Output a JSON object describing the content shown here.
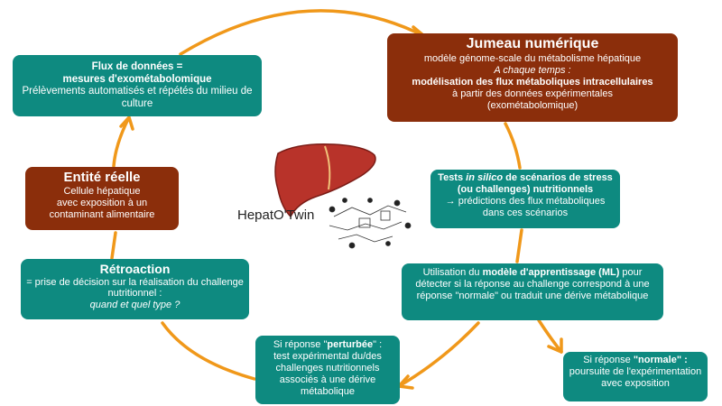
{
  "colors": {
    "teal": "#0e8a80",
    "brown": "#8b2e0b",
    "arrow": "#f0981a",
    "liver": "#b8332a"
  },
  "flux": {
    "title1": "Flux de données =",
    "title2": "mesures d'exométabolomique",
    "text": "Prélèvements automatisés et répétés du milieu de culture"
  },
  "jumeau": {
    "title": "Jumeau numérique",
    "line1": "modèle génome-scale du métabolisme hépatique",
    "line2": "A chaque temps :",
    "line3": "modélisation des flux métaboliques intracellulaires",
    "line4": "à partir des données expérimentales",
    "line5": "(exométabolomique)"
  },
  "entite": {
    "title": "Entité réelle",
    "line1": "Cellule hépatique",
    "line2": "avec exposition à un",
    "line3": "contaminant alimentaire"
  },
  "logo": {
    "text": "HepatO'Twin",
    "icon": "liver-icon"
  },
  "tests": {
    "bold1": "Tests ",
    "italic": "in silico",
    "bold2": " de scénarios de stress (ou challenges) nutritionnels",
    "line2": "→ prédictions des flux métaboliques dans ces scénarios"
  },
  "retro": {
    "title": "Rétroaction",
    "line1": "= prise de décision sur la réalisation du challenge nutritionnel :",
    "line2": "quand et quel type ?"
  },
  "ml": {
    "pre": "Utilisation du ",
    "bold": "modèle d'apprentissage (ML)",
    "post": " pour détecter si la réponse au challenge correspond à une réponse \"normale\" ou traduit une dérive métabolique"
  },
  "perturbee": {
    "pre": "Si réponse \"",
    "bold": "perturbée",
    "post": "\" :",
    "line2": "test expérimental du/des challenges nutritionnels associés à une dérive métabolique"
  },
  "normale": {
    "pre": "Si réponse ",
    "bold": "\"normale\" :",
    "line2": "poursuite de l'expérimentation avec exposition"
  }
}
